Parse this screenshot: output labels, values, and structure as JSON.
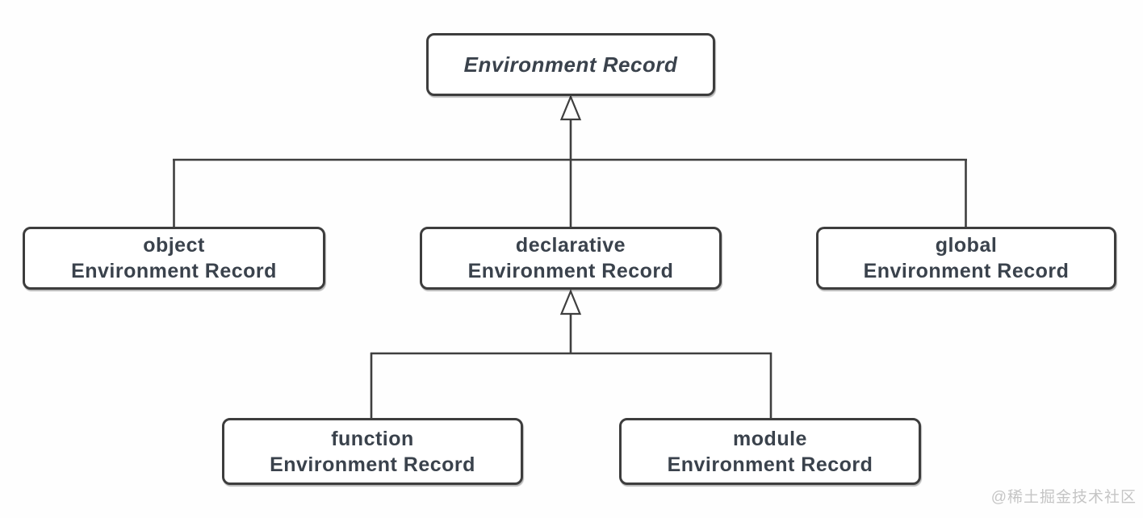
{
  "diagram": {
    "title_hint": "Environment Record inheritance diagram",
    "root": {
      "label": "Environment Record"
    },
    "level1_children": [
      {
        "id": "object",
        "line1": "object",
        "line2": "Environment Record"
      },
      {
        "id": "declarative",
        "line1": "declarative",
        "line2": "Environment Record"
      },
      {
        "id": "global",
        "line1": "global",
        "line2": "Environment Record"
      }
    ],
    "level2_children": [
      {
        "id": "function",
        "line1": "function",
        "line2": "Environment Record"
      },
      {
        "id": "module",
        "line1": "module",
        "line2": "Environment Record"
      }
    ]
  },
  "watermark": {
    "text": "@稀土掘金技术社区"
  },
  "colors": {
    "border": "#3d3d3d",
    "text": "#3a424c",
    "line": "#3f3f3f",
    "background": "#fefefe",
    "watermark": "#c5c5c5"
  }
}
